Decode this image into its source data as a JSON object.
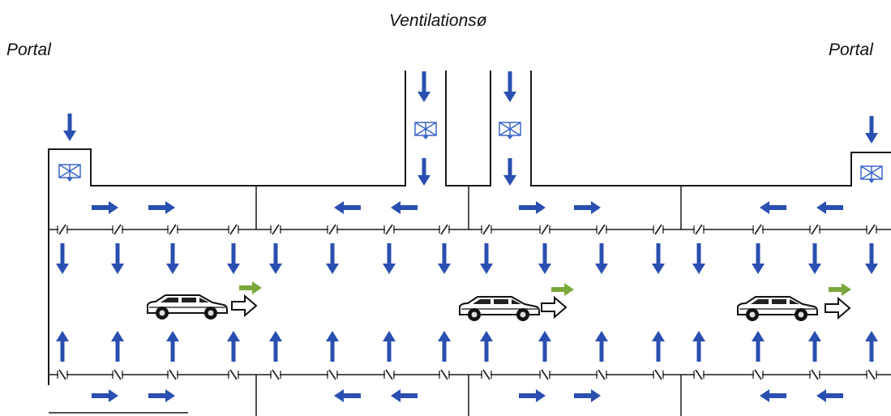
{
  "labels": {
    "top_center": "Ventilationsø",
    "left": "Portal",
    "right": "Portal"
  },
  "colors": {
    "airflow_arrow": "#2a4fb0",
    "traffic_arrow": "#7aa83a",
    "fan_icon": "#3b66c8",
    "line": "#1a1a1a"
  },
  "icons": {
    "fan": "jet-fan-icon",
    "car": "car-icon",
    "traffic_direction": "outline-arrow-icon"
  }
}
